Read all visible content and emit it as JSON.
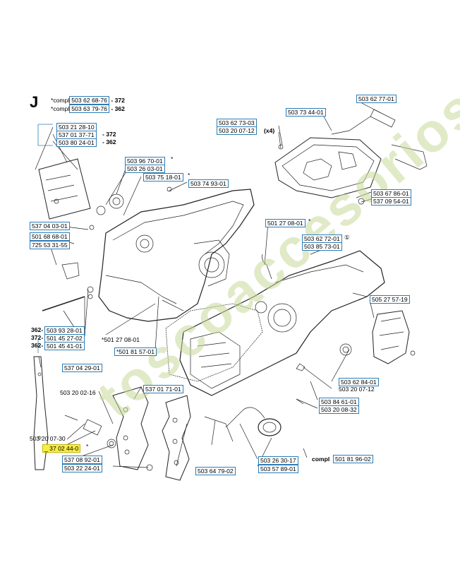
{
  "section": "J",
  "compl_lines": [
    {
      "prefix": "*compl",
      "number": "503 62 68-76",
      "suffix": "- 372"
    },
    {
      "prefix": "*compl",
      "number": "503 63 79-76",
      "suffix": "- 362"
    }
  ],
  "labels": {
    "l_503_62_77_01": "503 62 77-01",
    "l_503_73_44_01": "503 73 44-01",
    "l_503_62_73_03": "503 62 73-03",
    "l_503_20_07_12a": "503 20 07-12",
    "l_x4": "(x4)",
    "l_503_21_28_10": "503 21 28-10",
    "l_537_01_37_71": "537 01 37-71",
    "l_372": "- 372",
    "l_503_80_24_01": "503 80 24-01",
    "l_362": "- 362",
    "l_503_96_70_01": "503 96 70-01",
    "l_star1": "*",
    "l_503_26_03_01": "503 26 03-01",
    "l_503_75_18_01": "503 75 18-01",
    "l_star2": "*",
    "l_503_74_93_01": "503 74 93-01",
    "l_503_67_86_01": "503 67 86-01",
    "l_537_09_54_01": "537 09 54-01",
    "l_537_04_03_01": "537 04 03-01",
    "l_501_27_08_01a": "501 27 08-01",
    "l_star3": "*",
    "l_501_68_68_01": "501 68 68-01",
    "l_725_53_31_55": "725 53 31-55",
    "l_503_62_72_01": "503 62 72-01",
    "l_circ1": "①",
    "l_503_85_73_01": "503 85 73-01",
    "l_505_27_57_19": "505 27 57-19",
    "l_362a": "362-",
    "l_503_93_28_01": "503 93 28-01",
    "l_372a": "372-",
    "l_501_45_27_02": "501 45 27-02",
    "l_362b": "362-",
    "l_501_45_41_01": "501 45 41-01",
    "l_501_27_08_01b": "*501 27 08-01",
    "l_501_81_57_01": "*501 81 57-01",
    "l_537_04_29_01": "537 04 29-01",
    "l_503_20_02_16": "503 20 02-16",
    "l_537_01_71_01": "537 01 71-01",
    "l_503_62_84_01": "503 62 84-01",
    "l_503_20_07_12b": "503 20 07-12",
    "l_503_84_61_01": "503 84 61-01",
    "l_503_20_08_32": "503 20 08-32",
    "l_503_20_07_30": "503 20 07-30",
    "l_537_02_44_01": "_ 37 02 44-0",
    "l_star4": "*",
    "l_537_08_92_01": "537 08 92-01",
    "l_503_22_24_01": "503 22 24-01",
    "l_503_64_79_02": "503 64 79-02",
    "l_503_26_30_17": "503 26 30-17",
    "l_503_57_89_01": "503 57 89-01",
    "l_compl": "compl",
    "l_501_81_96_02": "501 81 96-02"
  },
  "watermark": "toscoaccesorios.com",
  "colors": {
    "label_border": "#2a7db8",
    "highlight": "#f5ef44",
    "watermark": "#c7da9a"
  }
}
